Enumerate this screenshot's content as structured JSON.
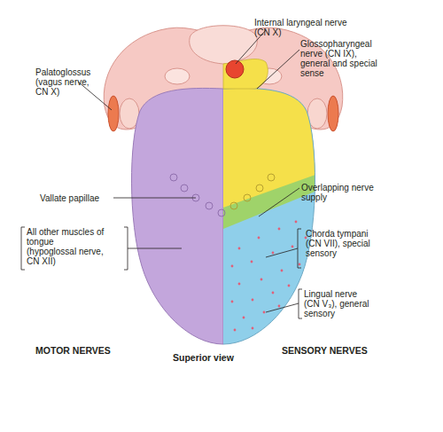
{
  "diagram": {
    "labels": [
      "Palatoglossus (vagus nerve, CN X)",
      "Internal laryngeal nerve (CN X)",
      "Glossopharyngeal nerve (CN IX), general and special sense",
      "Vallate papillae",
      "Overlapping nerve supply",
      "All other muscles of tongue (hypoglossal nerve, CN XII)",
      "Chorda tympani (CN VII), special sensory",
      "Lingual nerve (CN V₃), general sensory",
      "MOTOR NERVES",
      "Superior view",
      "SENSORY NERVES"
    ]
  }
}
